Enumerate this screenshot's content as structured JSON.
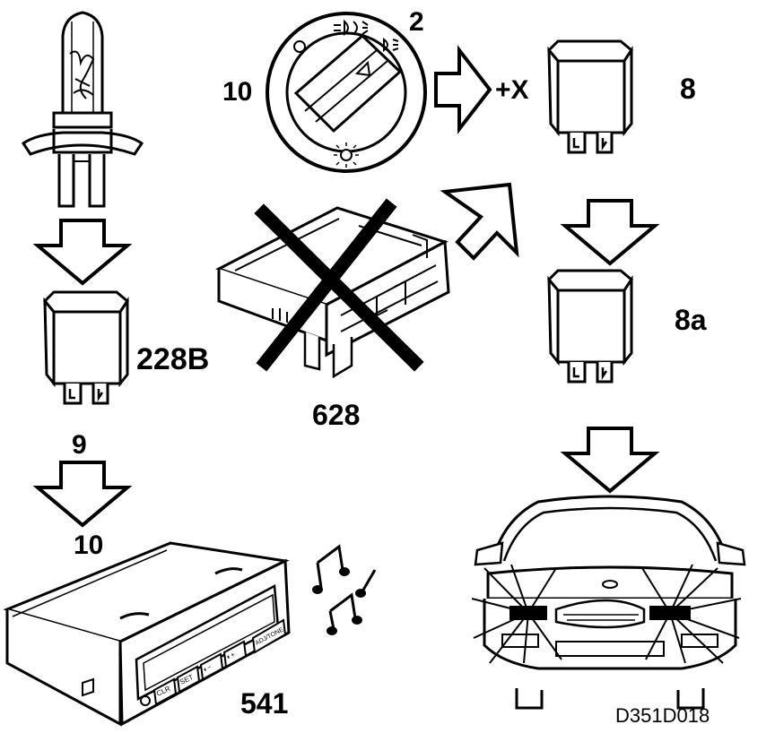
{
  "labels": {
    "switch_main": "2",
    "switch_side": "10",
    "relay_top_modifier": "+X",
    "relay_top": "8",
    "relay_bottom": "8a",
    "relay_left": "228B",
    "relay_left_under": "9",
    "display_top": "10",
    "crossed_module": "628",
    "display": "541",
    "figure_code": "D351D018"
  },
  "display_buttons": [
    "CLR",
    "SET",
    "◐−",
    "◐+",
    "ADJ/TONE"
  ],
  "icons": [
    "bulb-icon",
    "light-switch-icon",
    "relay-icon",
    "control-module-icon",
    "display-unit-icon",
    "music-notes-icon",
    "car-front-icon",
    "arrow-icon",
    "cross-icon"
  ]
}
